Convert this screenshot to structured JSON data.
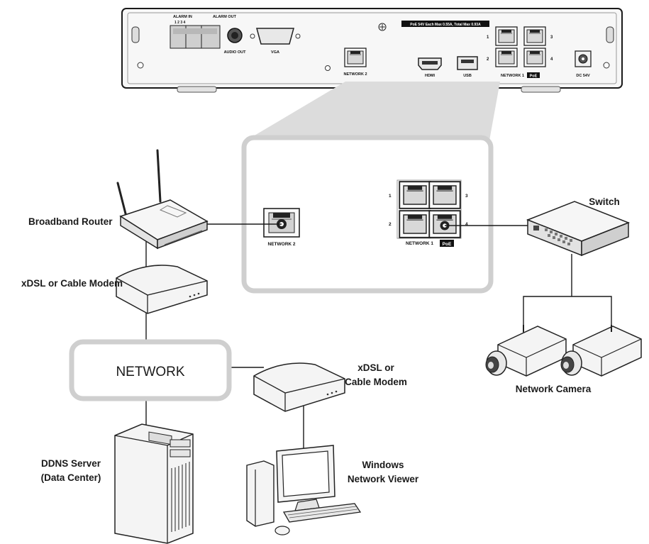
{
  "nvr": {
    "alarm_in_label": "ALARM IN",
    "alarm_in_pins": "1 2 3 4",
    "alarm_out_label": "ALARM OUT",
    "audio_out_label": "AUDIO OUT",
    "vga_label": "VGA",
    "network2_label": "NETWORK 2",
    "hdmi_label": "HDMI",
    "usb_label": "USB",
    "poe_spec": "PoE 54V Each Max 0.55A, Total Max 0.93A",
    "network1_label": "NETWORK 1",
    "poe_badge": "PoE",
    "dc_label": "DC 54V",
    "port_numbers": [
      "1",
      "2",
      "3",
      "4"
    ]
  },
  "zoom": {
    "network2_label": "NETWORK 2",
    "network1_label": "NETWORK 1",
    "poe_badge": "PoE",
    "port_numbers": [
      "1",
      "2",
      "3",
      "4"
    ]
  },
  "devices": {
    "router": "Broadband Router",
    "modem_left": "xDSL or Cable Modem",
    "network": "NETWORK",
    "modem_mid_line1": "xDSL or",
    "modem_mid_line2": "Cable Modem",
    "ddns_line1": "DDNS Server",
    "ddns_line2": "(Data Center)",
    "viewer_line1": "Windows",
    "viewer_line2": "Network Viewer",
    "switch": "Switch",
    "camera": "Network Camera"
  },
  "colors": {
    "line": "#1a1a1a",
    "panel_border": "#cfcfcf",
    "callout_fill": "#dcdcdc",
    "device_fill": "#f4f4f4"
  }
}
